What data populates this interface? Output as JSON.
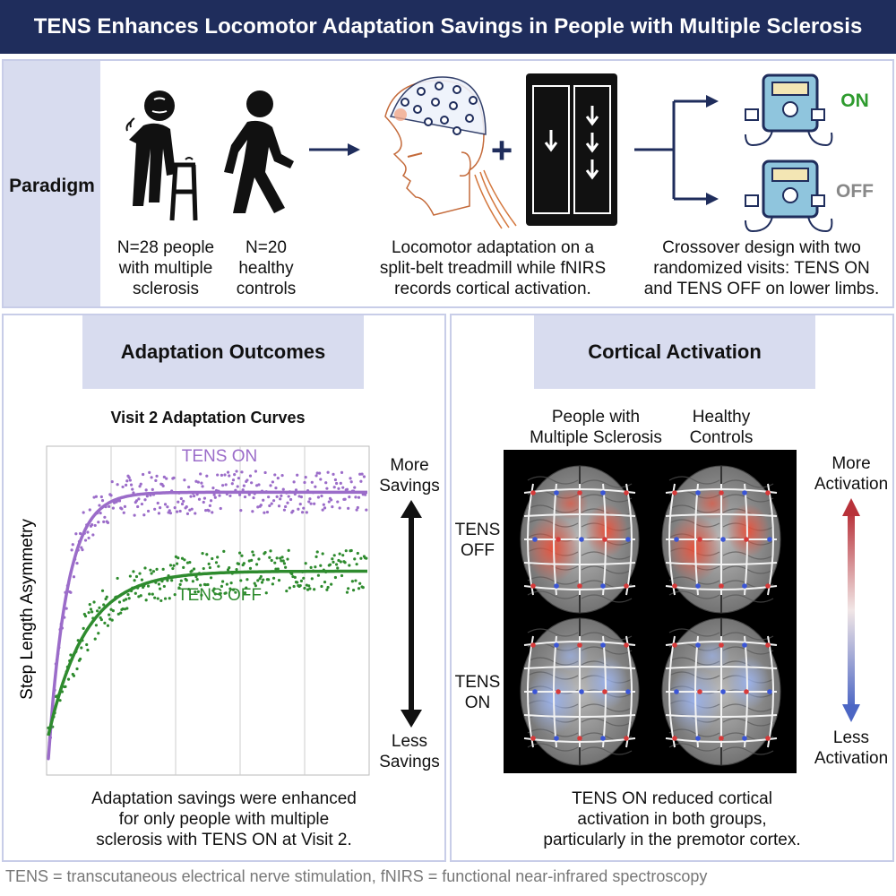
{
  "title": "TENS Enhances Locomotor Adaptation Savings in People with Multiple Sclerosis",
  "paradigm": {
    "label": "Paradigm",
    "ms_caption": [
      "N=28 people",
      "with multiple",
      "sclerosis"
    ],
    "hc_caption": [
      "N=20",
      "healthy",
      "controls"
    ],
    "treadmill_caption": [
      "Locomotor adaptation on a",
      "split-belt treadmill while fNIRS",
      "records cortical activation."
    ],
    "crossover_caption": [
      "Crossover design with two",
      "randomized visits: TENS ON",
      "and TENS OFF on lower limbs."
    ],
    "on_label": "ON",
    "off_label": "OFF",
    "plus": "+"
  },
  "adaptation": {
    "header": "Adaptation Outcomes",
    "chart_title": "Visit 2 Adaptation Curves",
    "ylabel": "Step Length Asymmetry",
    "more_savings": [
      "More",
      "Savings"
    ],
    "less_savings": [
      "Less",
      "Savings"
    ],
    "caption": [
      "Adaptation savings were enhanced",
      "for only people with multiple",
      "sclerosis with TENS ON at Visit 2."
    ]
  },
  "chart_data": {
    "type": "scatter",
    "title": "Visit 2 Adaptation Curves",
    "xlabel": "",
    "ylabel": "Step Length Asymmetry",
    "x_ticks": [],
    "y_ticks": [],
    "grid": true,
    "series": [
      {
        "name": "TENS ON",
        "color": "#9b6cc9",
        "plateau": 0.86,
        "rate": 0.17,
        "start": 0.05
      },
      {
        "name": "TENS OFF",
        "color": "#2e8b2e",
        "plateau": 0.62,
        "rate": 0.085,
        "start": 0.12
      }
    ]
  },
  "cortical": {
    "header": "Cortical Activation",
    "col_ms": [
      "People with",
      "Multiple Sclerosis"
    ],
    "col_hc": [
      "Healthy",
      "Controls"
    ],
    "row_off": [
      "TENS",
      "OFF"
    ],
    "row_on": [
      "TENS",
      "ON"
    ],
    "more_activation": [
      "More",
      "Activation"
    ],
    "less_activation": [
      "Less",
      "Activation"
    ],
    "caption": [
      "TENS ON reduced cortical",
      "activation in both groups,",
      "particularly in the premotor cortex."
    ],
    "colors": {
      "high": "#b8323a",
      "low": "#4c66c4"
    }
  },
  "footnote": "TENS = transcutaneous electrical nerve stimulation, fNIRS = functional near-infrared spectroscopy"
}
